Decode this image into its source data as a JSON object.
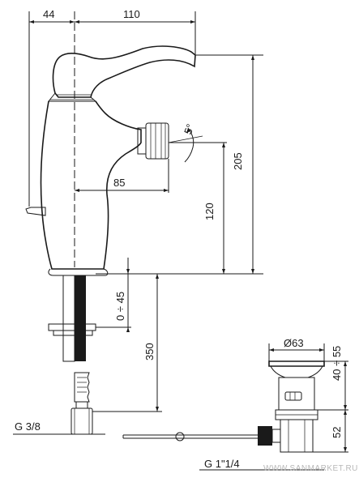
{
  "drawing": {
    "dimensions": {
      "d44": "44",
      "d110": "110",
      "d205": "205",
      "d120": "120",
      "d85": "85",
      "angle": "5°",
      "range_0_45": "0 ÷ 45",
      "d350": "350",
      "diameter": "Ø63",
      "range_40_55": "40 ÷ 55",
      "d52": "52"
    },
    "thread_labels": {
      "supply": "G 3/8",
      "waste": "G 1\"1/4"
    },
    "watermark": "WWW.SANMARKET.RU",
    "colors": {
      "line": "#1a1a1a",
      "background": "#ffffff",
      "watermark": "#b8b8b8"
    }
  }
}
